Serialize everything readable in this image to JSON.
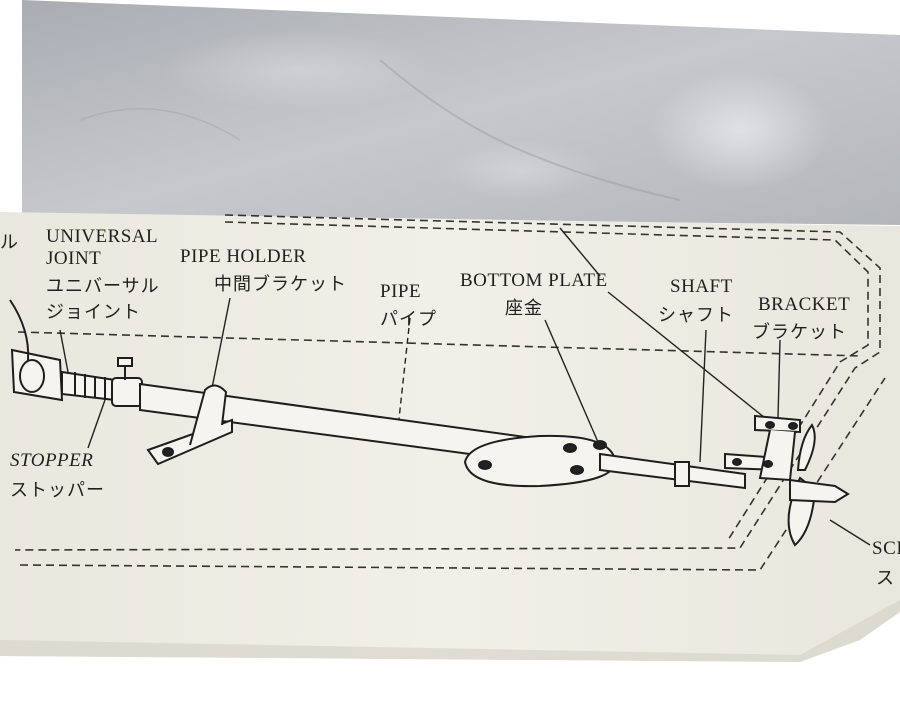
{
  "labels": {
    "partial_left": "ル",
    "universal_en_1": "UNIVERSAL",
    "universal_en_2": "JOINT",
    "universal_jp_1": "ユニバーサル",
    "universal_jp_2": "ジョイント",
    "pipe_holder_en": "PIPE HOLDER",
    "pipe_holder_jp": "中間ブラケット",
    "pipe_en": "PIPE",
    "pipe_jp": "パイプ",
    "bottom_plate_en": "BOTTOM PLATE",
    "bottom_plate_jp": "座金",
    "shaft_en": "SHAFT",
    "shaft_jp": "シャフト",
    "bracket_en": "BRACKET",
    "bracket_jp": "ブラケット",
    "stopper_en": "STOPPER",
    "stopper_jp": "ストッパー",
    "screw_en_partial": "SCI",
    "screw_jp_partial": "ス"
  },
  "colors": {
    "marble": "#b9bcc1",
    "paper": "#efeee6",
    "ink": "#1f1f1f"
  }
}
